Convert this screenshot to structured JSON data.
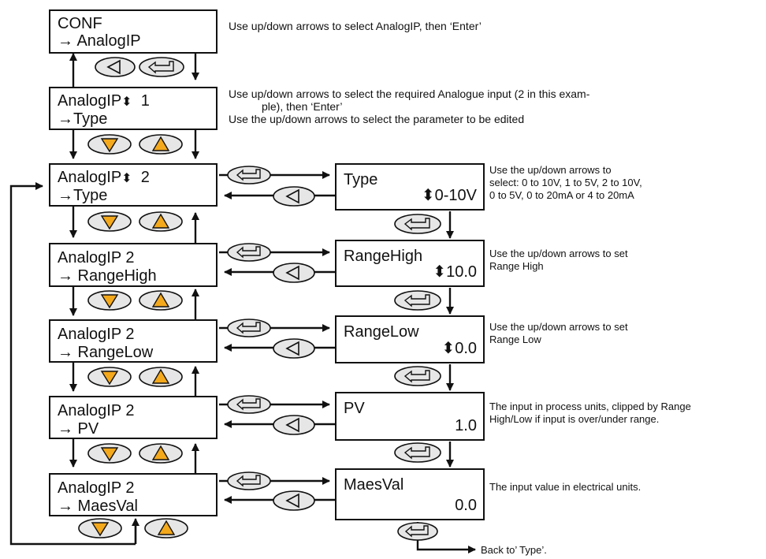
{
  "main_boxes": [
    {
      "line1": "CONF",
      "line2": "→ AnalogIP"
    },
    {
      "line1": "AnalogIP",
      "sel": "⬍",
      "num": "1",
      "line2": "→Type"
    },
    {
      "line1": "AnalogIP",
      "sel": "⬍",
      "num": "2",
      "line2": "→Type"
    },
    {
      "line1": "AnalogIP 2",
      "line2": "→ RangeHigh"
    },
    {
      "line1": "AnalogIP 2",
      "line2": "→ RangeLow"
    },
    {
      "line1": "AnalogIP 2",
      "line2": "→ PV"
    },
    {
      "line1": "AnalogIP 2",
      "line2": "→ MaesVal"
    }
  ],
  "param_boxes": [
    {
      "name": "Type",
      "value": "⬍0-10V"
    },
    {
      "name": "RangeHigh",
      "value": "⬍10.0"
    },
    {
      "name": "RangeLow",
      "value": "⬍0.0"
    },
    {
      "name": "PV",
      "value": "1.0"
    },
    {
      "name": "MaesVal",
      "value": "0.0"
    }
  ],
  "notes": [
    {
      "lines": [
        "Use up/down arrows to select AnalogIP, then ‘Enter’"
      ]
    },
    {
      "lines": [
        "Use up/down arrows to select the required Analogue input (2 in this exam-",
        "ple), then ‘Enter’",
        "Use the up/down arrows to select the parameter to be edited"
      ]
    },
    {
      "lines": [
        "Use the up/down arrows to",
        "select: 0 to 10V, 1 to 5V, 2 to 10V,",
        "0 to 5V, 0 to 20mA or 4 to 20mA"
      ]
    },
    {
      "lines": [
        "Use the up/down arrows to set",
        "Range High"
      ]
    },
    {
      "lines": [
        "Use the up/down arrows to set",
        "Range Low"
      ]
    },
    {
      "lines": [
        "The input in process units, clipped by Range",
        "High/Low if input is over/under range."
      ]
    },
    {
      "lines": [
        "The input value in electrical units."
      ]
    },
    {
      "lines": [
        "Back to’ Type’."
      ]
    }
  ],
  "colors": {
    "line": "#111111",
    "button_fill": "#e6e6e6",
    "arrow_fill": "#f4a91c"
  }
}
